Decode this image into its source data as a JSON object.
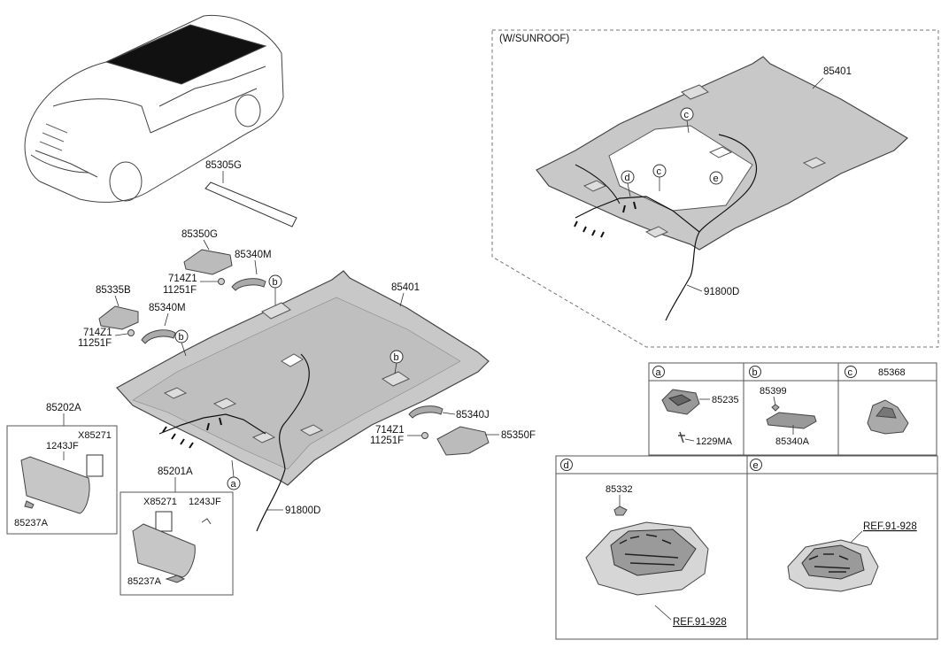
{
  "sunroof_caption": "(W/SUNROOF)",
  "main_labels": {
    "p85305G": "85305G",
    "p85350G": "85350G",
    "p85340M_a": "85340M",
    "p714Z1_a": "714Z1",
    "p11251F_a": "11251F",
    "p85335B": "85335B",
    "p85340M_b": "85340M",
    "p714Z1_b": "714Z1",
    "p11251F_b": "11251F",
    "p85401": "85401",
    "p85340J": "85340J",
    "p714Z1_c": "714Z1",
    "p11251F_c": "11251F",
    "p85350F": "85350F",
    "p91800D": "91800D",
    "p85202A": "85202A",
    "p1243JF_a": "1243JF",
    "pX85271_a": "X85271",
    "p85237A_a": "85237A",
    "p85201A": "85201A",
    "pX85271_b": "X85271",
    "p1243JF_b": "1243JF",
    "p85237A_b": "85237A"
  },
  "callouts": {
    "a": "a",
    "b": "b",
    "c": "c",
    "d": "d",
    "e": "e"
  },
  "sunroof_labels": {
    "p85401": "85401",
    "p91800D": "91800D"
  },
  "detail_boxes": {
    "a": {
      "letter": "a",
      "parts": [
        "85235",
        "1229MA"
      ]
    },
    "b": {
      "letter": "b",
      "parts": [
        "85399",
        "85340A"
      ]
    },
    "c": {
      "letter": "c",
      "parts": [
        "85368"
      ]
    },
    "d": {
      "letter": "d",
      "parts": [
        "85332"
      ],
      "ref": "REF.91-928"
    },
    "e": {
      "letter": "e",
      "parts": [],
      "ref": "REF.91-928"
    }
  }
}
